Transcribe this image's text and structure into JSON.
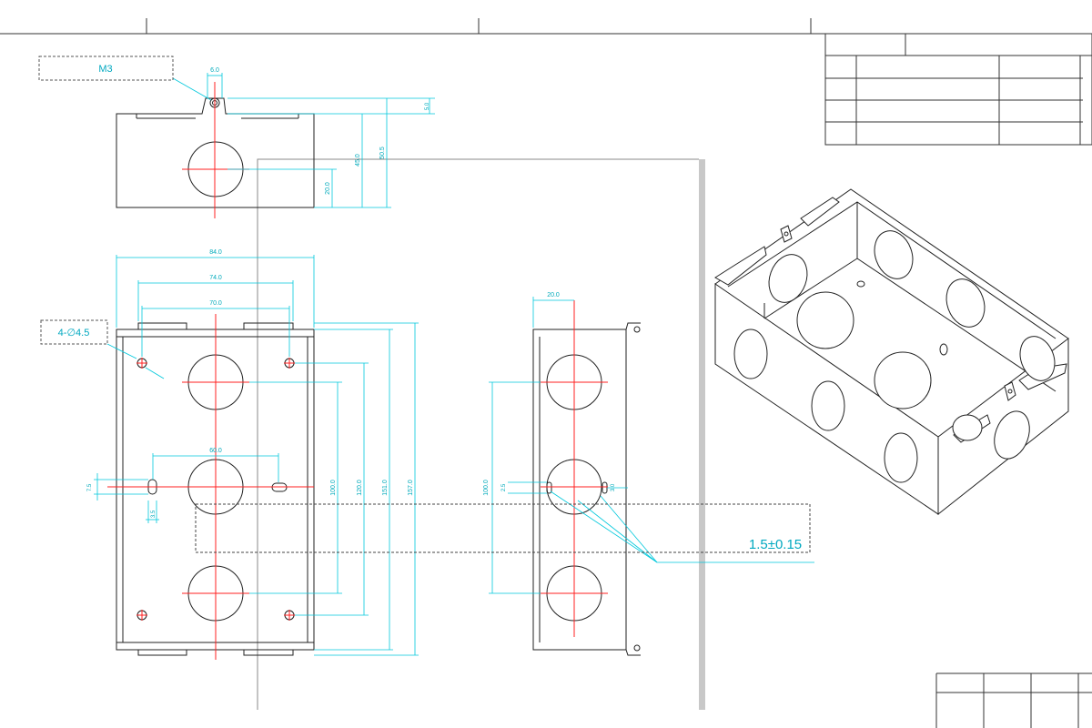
{
  "colors": {
    "outline": "#222222",
    "dimension": "#00c8dc",
    "dimension_text": "#00aabb",
    "centerline": "#ff2020",
    "sheet_border": "#333333",
    "shadow_bar": "#c8c8c8"
  },
  "notes": {
    "thread_callout": "M3",
    "hole_callout": "4-∅4.5",
    "thickness_callout": "1.5±0.15"
  },
  "top_view": {
    "width_tab": "6.0",
    "tab_height": "5.0",
    "height_hole": "20.0",
    "height_body": "45.0",
    "height_total": "50.5"
  },
  "front_view": {
    "width_outer": "84.0",
    "width_flange": "74.0",
    "width_holes": "70.0",
    "slot_spacing": "60.0",
    "slot_height": "7.5",
    "slot_width": "3.5",
    "hole_pitch_v": "100.0",
    "hole_span_v": "120.0",
    "height_inner": "151.0",
    "height_outer": "157.0"
  },
  "side_view": {
    "depth_center": "20.0",
    "hole_pitch": "100.0",
    "slot_a": "2.5",
    "slot_b": "3.0"
  }
}
